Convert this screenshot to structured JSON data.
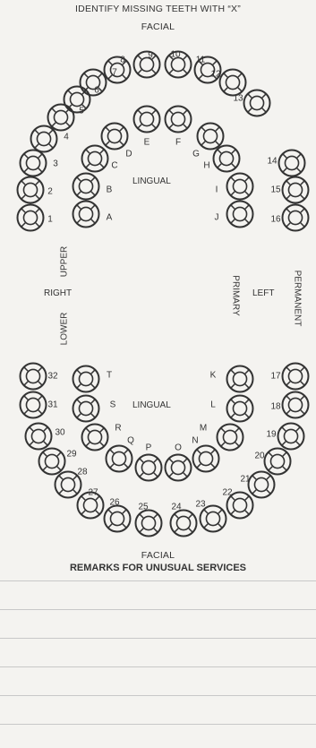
{
  "header": {
    "instruction": "IDENTIFY MISSING TEETH WITH “X”",
    "facial_top": "FACIAL"
  },
  "labels": {
    "lingual_upper": "LINGUAL",
    "lingual_lower": "LINGUAL",
    "upper": "UPPER",
    "lower": "LOWER",
    "right": "RIGHT",
    "left": "LEFT",
    "primary": "PRIMARY",
    "permanent": "PERMANENT",
    "facial_bottom": "FACIAL"
  },
  "remarks": {
    "title": "REMARKS FOR UNUSUAL SERVICES"
  },
  "teeth": {
    "upper_permanent": [
      "1",
      "2",
      "3",
      "4",
      "5",
      "6",
      "7",
      "8",
      "9",
      "10",
      "11",
      "12",
      "13",
      "14",
      "15",
      "16"
    ],
    "upper_primary": [
      "A",
      "B",
      "C",
      "D",
      "E",
      "F",
      "G",
      "H",
      "I",
      "J"
    ],
    "lower_permanent": [
      "17",
      "18",
      "19",
      "20",
      "21",
      "22",
      "23",
      "24",
      "25",
      "26",
      "27",
      "28",
      "29",
      "30",
      "31",
      "32"
    ],
    "lower_primary": [
      "K",
      "L",
      "M",
      "N",
      "O",
      "P",
      "Q",
      "R",
      "S",
      "T"
    ]
  },
  "colors": {
    "ink": "#333333",
    "paper": "#f4f3f0",
    "rule": "#c8c8c8"
  }
}
